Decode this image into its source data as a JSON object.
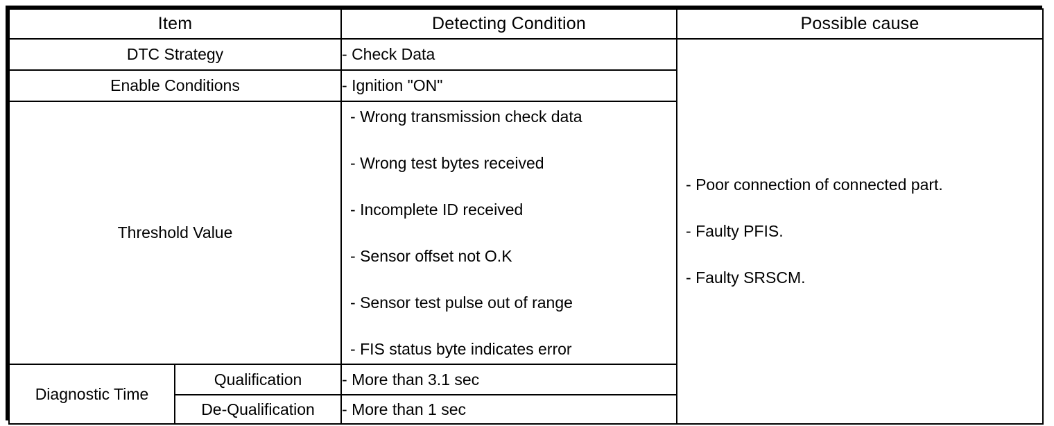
{
  "table": {
    "headers": {
      "item": "Item",
      "detecting_condition": "Detecting Condition",
      "possible_cause": "Possible cause"
    },
    "rows": {
      "dtc_strategy": {
        "label": "DTC Strategy",
        "condition": "- Check Data"
      },
      "enable_conditions": {
        "label": "Enable Conditions",
        "condition": "- Ignition \"ON\""
      },
      "threshold_value": {
        "label": "Threshold Value",
        "conditions": [
          "- Wrong transmission check data",
          "- Wrong test bytes received",
          "- Incomplete ID received",
          "- Sensor offset not O.K",
          "- Sensor test pulse out of range",
          "- FIS status byte indicates error"
        ]
      },
      "diagnostic_time": {
        "label": "Diagnostic Time",
        "qualification": {
          "label": "Qualification",
          "condition": "- More than 3.1 sec"
        },
        "de_qualification": {
          "label": "De-Qualification",
          "condition": "- More than 1 sec"
        }
      }
    },
    "possible_cause_items": [
      "- Poor connection of connected part.",
      "- Faulty PFIS.",
      "- Faulty SRSCM."
    ]
  },
  "colors": {
    "border": "#000000",
    "text": "#000000",
    "background": "#ffffff"
  }
}
